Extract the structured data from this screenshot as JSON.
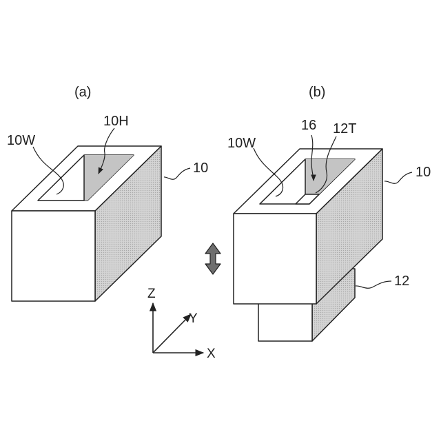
{
  "figure": {
    "panel_a": {
      "caption": "(a)",
      "label_wall": "10W",
      "label_hole": "10H",
      "label_body": "10"
    },
    "panel_b": {
      "caption": "(b)",
      "label_wall": "10W",
      "label_16": "16",
      "label_top": "12T",
      "label_body": "10",
      "label_lower": "12"
    },
    "axes": {
      "z": "Z",
      "y": "Y",
      "x": "X"
    },
    "colors": {
      "line": "#222222",
      "shade": "#d2d2d2",
      "inner_shade": "#bcbcbc",
      "arrow": "#6e6e6e"
    }
  }
}
